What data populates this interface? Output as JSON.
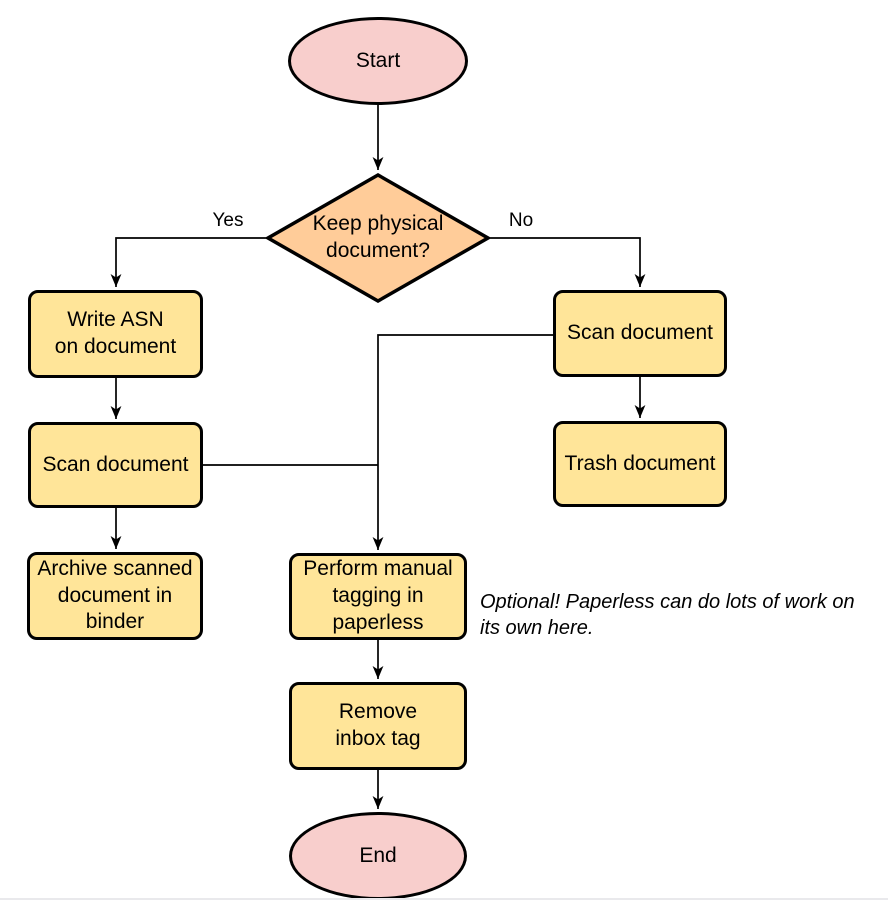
{
  "diagram": {
    "type": "flowchart",
    "topic": "Paperless document intake workflow"
  },
  "colors": {
    "terminal_fill": "#f8cecc",
    "decision_fill": "#ffcc99",
    "process_fill": "#ffe599",
    "shape_stroke": "#000000",
    "edge_stroke": "#000000",
    "text": "#000000",
    "bottom_rule": "#e9e9ec"
  },
  "nodes": {
    "start": {
      "type": "terminal",
      "label": "Start"
    },
    "decision": {
      "type": "decision",
      "label": "Keep physical\ndocument?"
    },
    "write_asn": {
      "type": "process",
      "label": "Write ASN\non document"
    },
    "scan_left": {
      "type": "process",
      "label": "Scan document"
    },
    "archive": {
      "type": "process",
      "label": "Archive scanned\ndocument in\nbinder"
    },
    "scan_right": {
      "type": "process",
      "label": "Scan document"
    },
    "trash": {
      "type": "process",
      "label": "Trash document"
    },
    "tagging": {
      "type": "process",
      "label": "Perform manual\ntagging in\npaperless"
    },
    "remove_inbox": {
      "type": "process",
      "label": "Remove\ninbox tag"
    },
    "end": {
      "type": "terminal",
      "label": "End"
    }
  },
  "edge_labels": {
    "yes": "Yes",
    "no": "No"
  },
  "edges": [
    {
      "from": "start",
      "to": "decision",
      "label": ""
    },
    {
      "from": "decision",
      "to": "write_asn",
      "label": "Yes"
    },
    {
      "from": "decision",
      "to": "scan_right",
      "label": "No"
    },
    {
      "from": "write_asn",
      "to": "scan_left",
      "label": ""
    },
    {
      "from": "scan_left",
      "to": "archive",
      "label": ""
    },
    {
      "from": "scan_left",
      "to": "tagging",
      "label": ""
    },
    {
      "from": "scan_right",
      "to": "trash",
      "label": ""
    },
    {
      "from": "scan_right",
      "to": "tagging",
      "label": ""
    },
    {
      "from": "tagging",
      "to": "remove_inbox",
      "label": ""
    },
    {
      "from": "remove_inbox",
      "to": "end",
      "label": ""
    }
  ],
  "annotation": {
    "text": "Optional! Paperless can do lots of work on\nits own here."
  }
}
